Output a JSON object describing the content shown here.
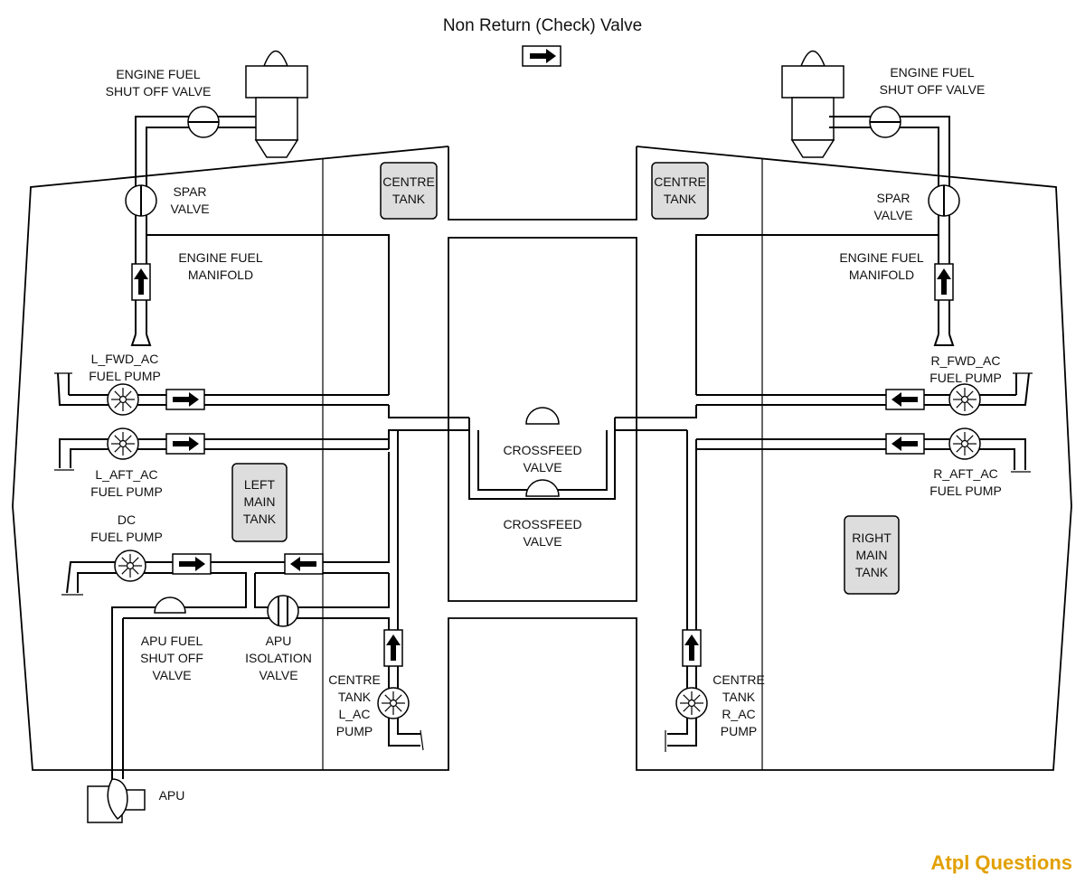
{
  "title": "Non Return (Check) Valve",
  "labels": {
    "left_engine_fuel_shutoff": [
      "ENGINE FUEL",
      "SHUT OFF VALVE"
    ],
    "right_engine_fuel_shutoff": [
      "ENGINE FUEL",
      "SHUT OFF VALVE"
    ],
    "left_spar_valve": [
      "SPAR",
      "VALVE"
    ],
    "right_spar_valve": [
      "SPAR",
      "VALVE"
    ],
    "left_engine_manifold": [
      "ENGINE FUEL",
      "MANIFOLD"
    ],
    "right_engine_manifold": [
      "ENGINE FUEL",
      "MANIFOLD"
    ],
    "left_centre_tank": [
      "CENTRE",
      "TANK"
    ],
    "right_centre_tank": [
      "CENTRE",
      "TANK"
    ],
    "l_fwd_pump": [
      "L_FWD_AC",
      "FUEL PUMP"
    ],
    "l_aft_pump": [
      "L_AFT_AC",
      "FUEL PUMP"
    ],
    "r_fwd_pump": [
      "R_FWD_AC",
      "FUEL PUMP"
    ],
    "r_aft_pump": [
      "R_AFT_AC",
      "FUEL PUMP"
    ],
    "dc_pump": [
      "DC",
      "FUEL PUMP"
    ],
    "left_main_tank": [
      "LEFT",
      "MAIN",
      "TANK"
    ],
    "right_main_tank": [
      "RIGHT",
      "MAIN",
      "TANK"
    ],
    "crossfeed_upper": [
      "CROSSFEED",
      "VALVE"
    ],
    "crossfeed_lower": [
      "CROSSFEED",
      "VALVE"
    ],
    "apu_fuel_shutoff": [
      "APU FUEL",
      "SHUT OFF",
      "VALVE"
    ],
    "apu_isolation": [
      "APU",
      "ISOLATION",
      "VALVE"
    ],
    "centre_tank_l_pump": [
      "CENTRE",
      "TANK",
      "L_AC",
      "PUMP"
    ],
    "centre_tank_r_pump": [
      "CENTRE",
      "TANK",
      "R_AC",
      "PUMP"
    ],
    "apu": [
      "APU"
    ]
  },
  "brand": "Atpl Questions",
  "colors": {
    "tank_fill": "#dddddd",
    "brand": "#e2a000",
    "line": "#000000"
  }
}
